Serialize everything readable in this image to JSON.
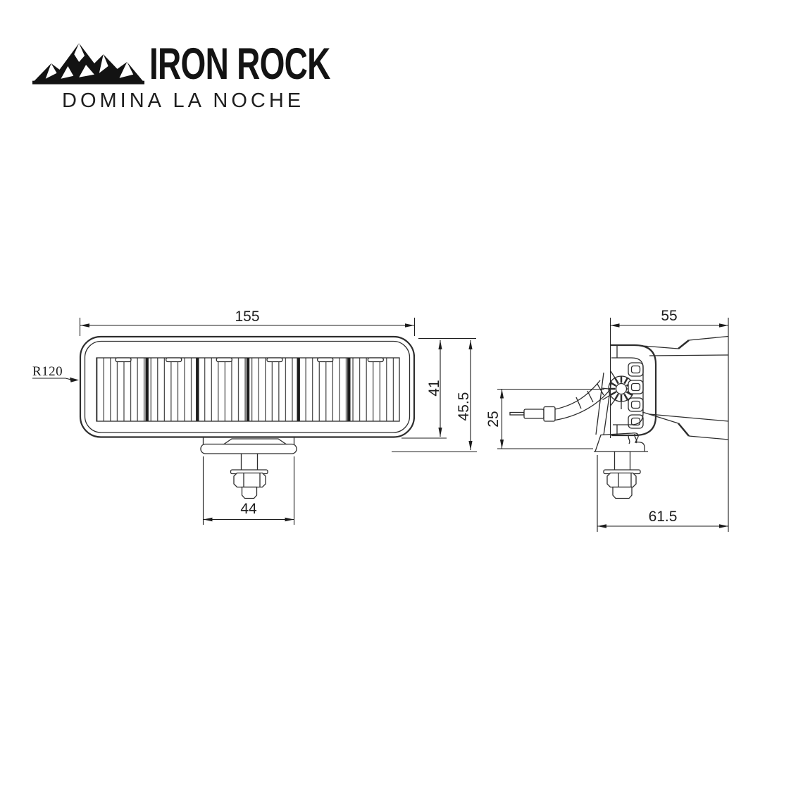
{
  "brand": {
    "name": "IRON ROCK",
    "tagline": "DOMINA LA NOCHE",
    "logo_icon": "mountain-range",
    "color": "#131313"
  },
  "front_view": {
    "overall_width": "155",
    "body_height": "41",
    "overall_height": "45.5",
    "bracket_width": "44",
    "lens_radius_callout": "R120",
    "led_segments": 6
  },
  "side_view": {
    "housing_depth": "55",
    "connector_offset": "25",
    "overall_depth": "61.5"
  },
  "colors": {
    "background": "#ffffff",
    "line": "#2d2d2d",
    "logo": "#131313"
  }
}
